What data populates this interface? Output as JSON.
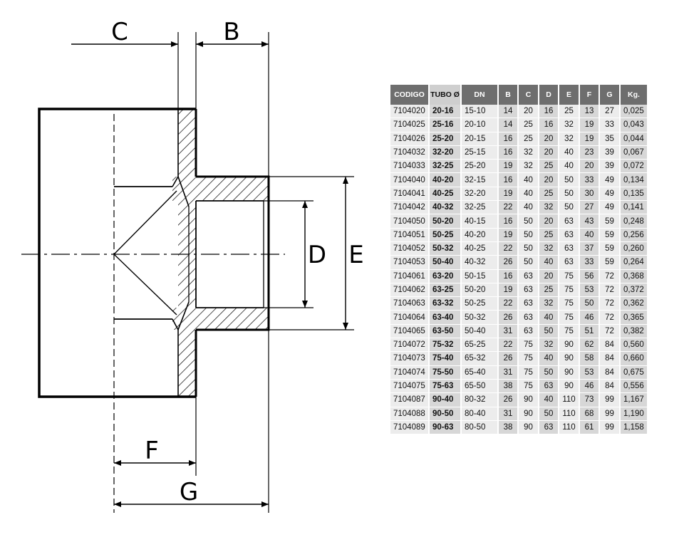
{
  "dimension_labels": {
    "c": "C",
    "b": "B",
    "d": "D",
    "e": "E",
    "f": "F",
    "g": "G"
  },
  "table": {
    "headers": [
      "CODIGO",
      "TUBO Ø",
      "DN",
      "B",
      "C",
      "D",
      "E",
      "F",
      "G",
      "Kg."
    ],
    "rows": [
      [
        "7104020",
        "20-16",
        "15-10",
        "14",
        "20",
        "16",
        "25",
        "13",
        "27",
        "0,025"
      ],
      [
        "7104025",
        "25-16",
        "20-10",
        "14",
        "25",
        "16",
        "32",
        "19",
        "33",
        "0,043"
      ],
      [
        "7104026",
        "25-20",
        "20-15",
        "16",
        "25",
        "20",
        "32",
        "19",
        "35",
        "0,044"
      ],
      [
        "7104032",
        "32-20",
        "25-15",
        "16",
        "32",
        "20",
        "40",
        "23",
        "39",
        "0,067"
      ],
      [
        "7104033",
        "32-25",
        "25-20",
        "19",
        "32",
        "25",
        "40",
        "20",
        "39",
        "0,072"
      ],
      [
        "7104040",
        "40-20",
        "32-15",
        "16",
        "40",
        "20",
        "50",
        "33",
        "49",
        "0,134"
      ],
      [
        "7104041",
        "40-25",
        "32-20",
        "19",
        "40",
        "25",
        "50",
        "30",
        "49",
        "0,135"
      ],
      [
        "7104042",
        "40-32",
        "32-25",
        "22",
        "40",
        "32",
        "50",
        "27",
        "49",
        "0,141"
      ],
      [
        "7104050",
        "50-20",
        "40-15",
        "16",
        "50",
        "20",
        "63",
        "43",
        "59",
        "0,248"
      ],
      [
        "7104051",
        "50-25",
        "40-20",
        "19",
        "50",
        "25",
        "63",
        "40",
        "59",
        "0,256"
      ],
      [
        "7104052",
        "50-32",
        "40-25",
        "22",
        "50",
        "32",
        "63",
        "37",
        "59",
        "0,260"
      ],
      [
        "7104053",
        "50-40",
        "40-32",
        "26",
        "50",
        "40",
        "63",
        "33",
        "59",
        "0,264"
      ],
      [
        "7104061",
        "63-20",
        "50-15",
        "16",
        "63",
        "20",
        "75",
        "56",
        "72",
        "0,368"
      ],
      [
        "7104062",
        "63-25",
        "50-20",
        "19",
        "63",
        "25",
        "75",
        "53",
        "72",
        "0,372"
      ],
      [
        "7104063",
        "63-32",
        "50-25",
        "22",
        "63",
        "32",
        "75",
        "50",
        "72",
        "0,362"
      ],
      [
        "7104064",
        "63-40",
        "50-32",
        "26",
        "63",
        "40",
        "75",
        "46",
        "72",
        "0,365"
      ],
      [
        "7104065",
        "63-50",
        "50-40",
        "31",
        "63",
        "50",
        "75",
        "51",
        "72",
        "0,382"
      ],
      [
        "7104072",
        "75-32",
        "65-25",
        "22",
        "75",
        "32",
        "90",
        "62",
        "84",
        "0,560"
      ],
      [
        "7104073",
        "75-40",
        "65-32",
        "26",
        "75",
        "40",
        "90",
        "58",
        "84",
        "0,660"
      ],
      [
        "7104074",
        "75-50",
        "65-40",
        "31",
        "75",
        "50",
        "90",
        "53",
        "84",
        "0,675"
      ],
      [
        "7104075",
        "75-63",
        "65-50",
        "38",
        "75",
        "63",
        "90",
        "46",
        "84",
        "0,556"
      ],
      [
        "7104087",
        "90-40",
        "80-32",
        "26",
        "90",
        "40",
        "110",
        "73",
        "99",
        "1,167"
      ],
      [
        "7104088",
        "90-50",
        "80-40",
        "31",
        "90",
        "50",
        "110",
        "68",
        "99",
        "1,190"
      ],
      [
        "7104089",
        "90-63",
        "80-50",
        "38",
        "90",
        "63",
        "110",
        "61",
        "99",
        "1,158"
      ]
    ]
  }
}
